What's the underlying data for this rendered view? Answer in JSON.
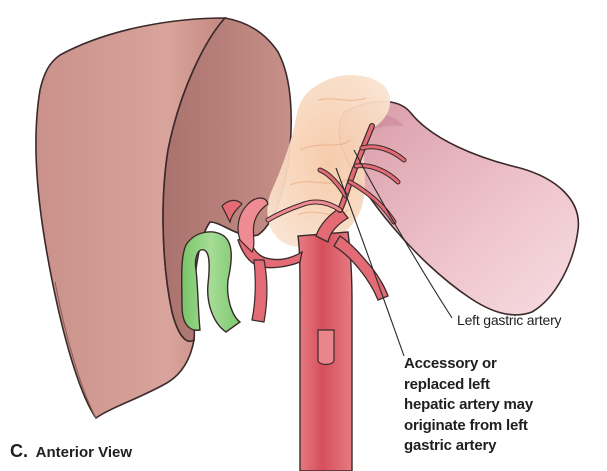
{
  "panel": {
    "letter": "C.",
    "view": "Anterior View"
  },
  "labels": {
    "left_gastric_artery": "Left gastric artery",
    "accessory_lines": [
      "Accessory or",
      "replaced left",
      "hepatic artery may",
      "originate from left",
      "gastric artery"
    ]
  },
  "colors": {
    "liver": "#d69a90",
    "liver_dark": "#b97a72",
    "stomach": "#e8b6c0",
    "pancreas": "#f0c7a5",
    "artery": "#e36b75",
    "artery_light": "#f39aa0",
    "vein": "#8dd07e",
    "outline": "#3a2a2a"
  }
}
